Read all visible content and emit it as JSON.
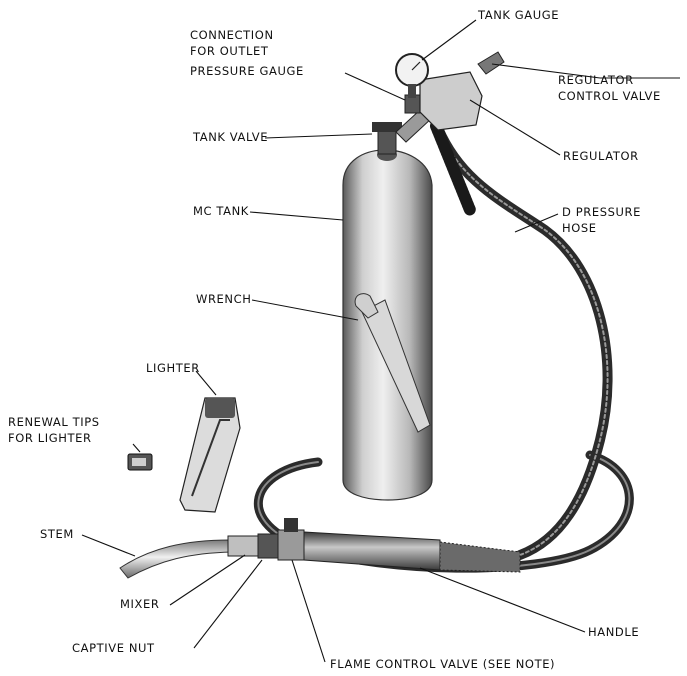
{
  "labels": {
    "tank_gauge": "TANK GAUGE",
    "connection_line1": "CONNECTION",
    "connection_line2": "FOR OUTLET",
    "connection_line3": "PRESSURE GAUGE",
    "regulator_control_line1": "REGULATOR",
    "regulator_control_line2": "CONTROL VALVE",
    "tank_valve": "TANK VALVE",
    "regulator": "REGULATOR",
    "mc_tank": "MC TANK",
    "d_pressure_line1": "D PRESSURE",
    "d_pressure_line2": "HOSE",
    "wrench": "WRENCH",
    "lighter": "LIGHTER",
    "renewal_line1": "RENEWAL TIPS",
    "renewal_line2": "FOR LIGHTER",
    "stem": "STEM",
    "mixer": "MIXER",
    "captive_nut": "CAPTIVE NUT",
    "handle": "HANDLE",
    "flame_control": "FLAME CONTROL VALVE (SEE NOTE)"
  },
  "colors": {
    "ink": "#111111",
    "metal_light": "#e6e6e6",
    "metal_mid": "#a9a9a9",
    "metal_dark": "#4a4a4a",
    "hose": "#2b2b2b"
  }
}
